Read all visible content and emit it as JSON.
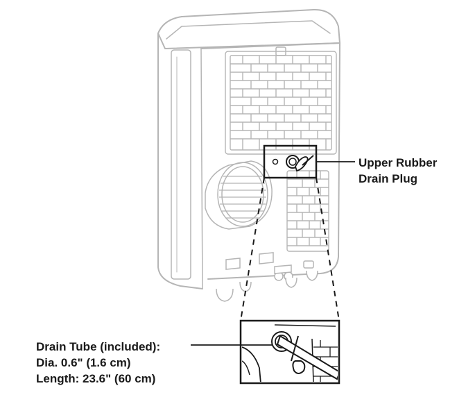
{
  "callouts": {
    "upper_plug": {
      "line1": "Upper Rubber",
      "line2": "Drain Plug"
    },
    "drain_tube": {
      "line1": "Drain Tube (included):",
      "line2": "Dia. 0.6\" (1.6 cm)",
      "line3": "Length: 23.6\" (60 cm)"
    }
  },
  "colors": {
    "outline_light": "#b5b5b5",
    "outline_dark": "#1a1a1a"
  }
}
